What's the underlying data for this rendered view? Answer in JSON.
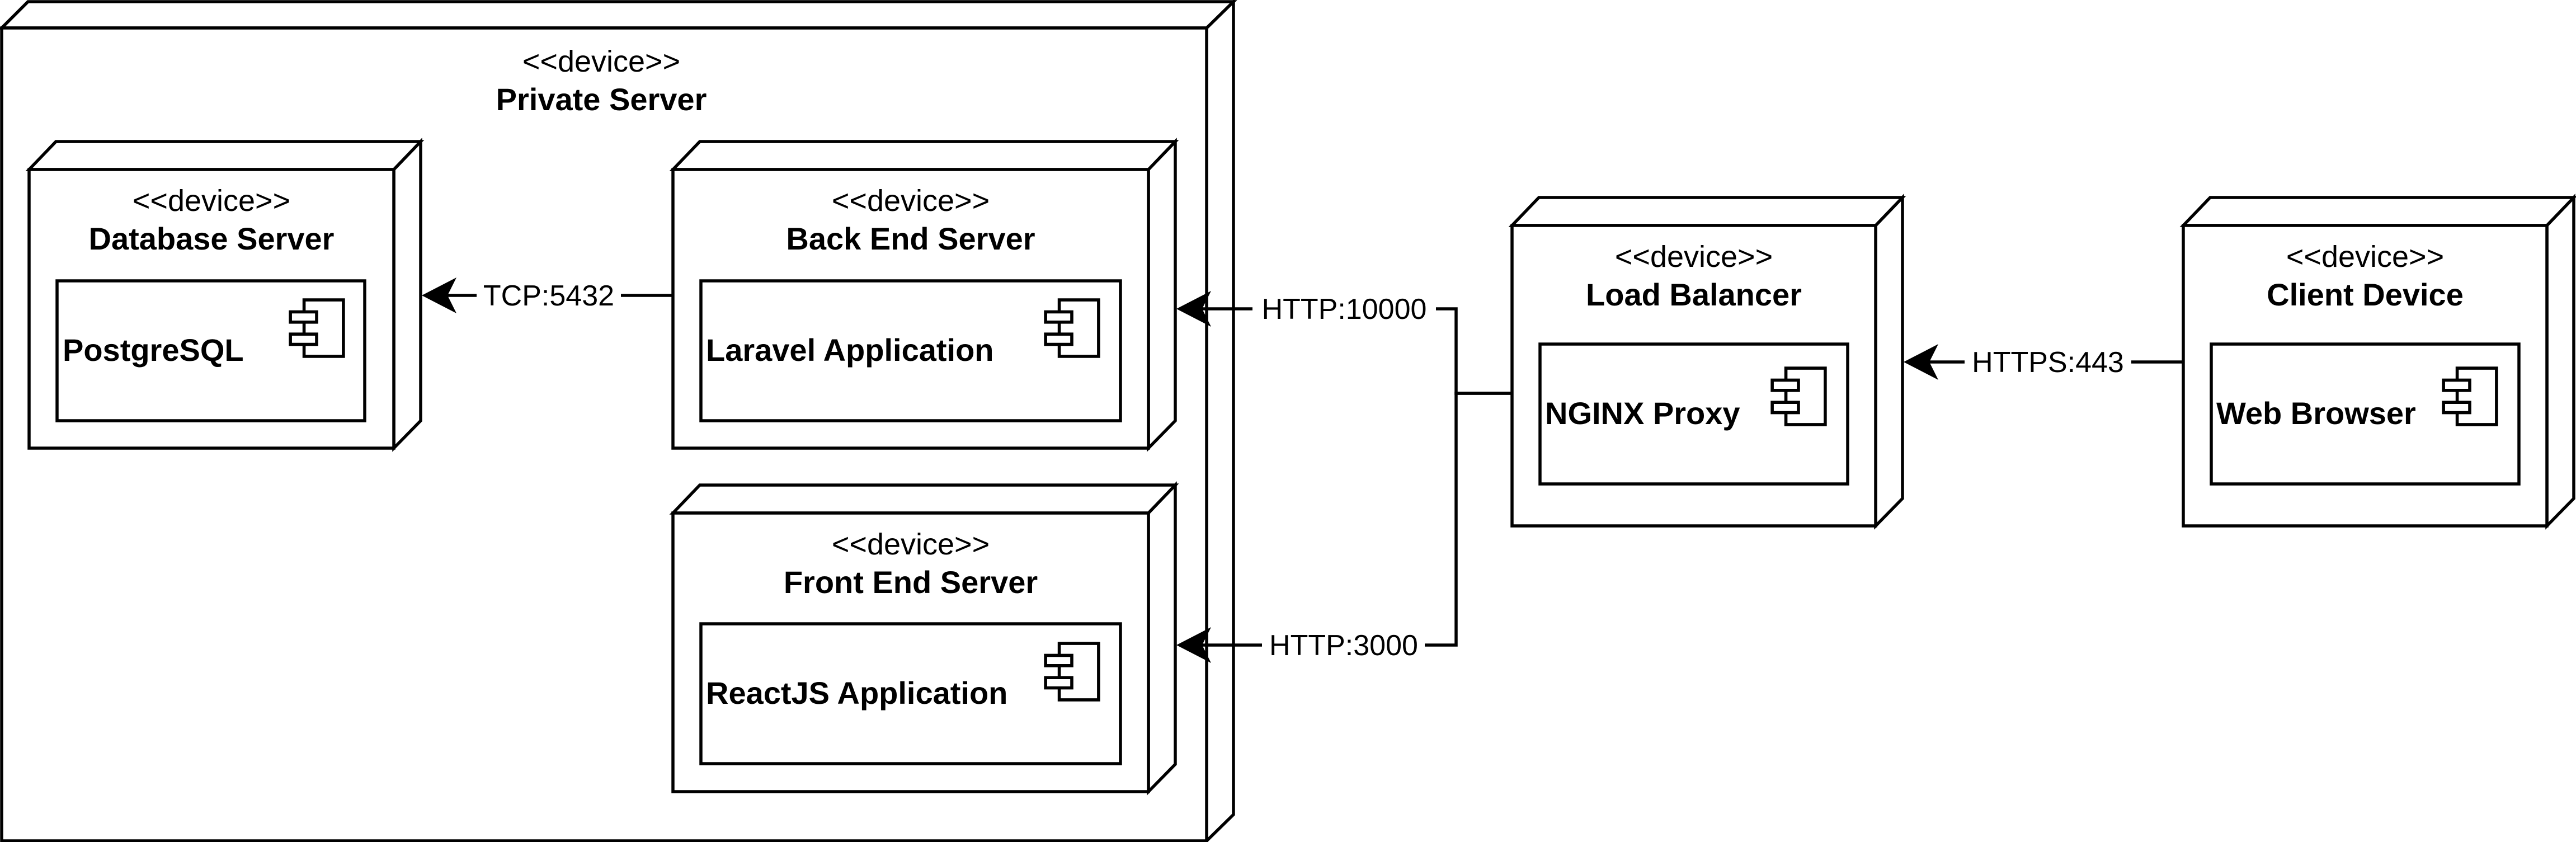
{
  "diagram": {
    "nodes": {
      "private_server": {
        "stereotype": "<<device>>",
        "title": "Private Server"
      },
      "database_server": {
        "stereotype": "<<device>>",
        "title": "Database Server",
        "component": "PostgreSQL"
      },
      "back_end_server": {
        "stereotype": "<<device>>",
        "title": "Back End Server",
        "component": "Laravel Application"
      },
      "front_end_server": {
        "stereotype": "<<device>>",
        "title": "Front End Server",
        "component": "ReactJS Application"
      },
      "load_balancer": {
        "stereotype": "<<device>>",
        "title": "Load Balancer",
        "component": "NGINX Proxy"
      },
      "client_device": {
        "stereotype": "<<device>>",
        "title": "Client Device",
        "component": "Web Browser"
      }
    },
    "connections": {
      "db_link": {
        "label": "TCP:5432"
      },
      "backend_link": {
        "label": "HTTP:10000"
      },
      "frontend_link": {
        "label": "HTTP:3000"
      },
      "client_link": {
        "label": "HTTPS:443"
      }
    },
    "colors": {
      "stroke": "#000000",
      "fill": "#ffffff",
      "text": "#000000"
    }
  }
}
